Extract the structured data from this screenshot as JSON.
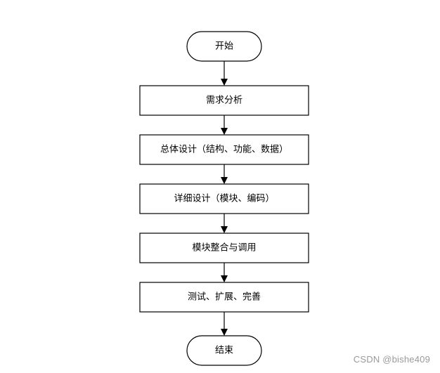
{
  "flowchart": {
    "start": "开始",
    "steps": [
      "需求分析",
      "总体设计（结构、功能、数据）",
      "详细设计（模块、编码）",
      "模块整合与调用",
      "测试、扩展、完善"
    ],
    "end": "结束"
  },
  "watermark": "CSDN @bishe409",
  "colors": {
    "stroke": "#000000",
    "fill": "#ffffff",
    "watermark": "#9a9a9a"
  }
}
